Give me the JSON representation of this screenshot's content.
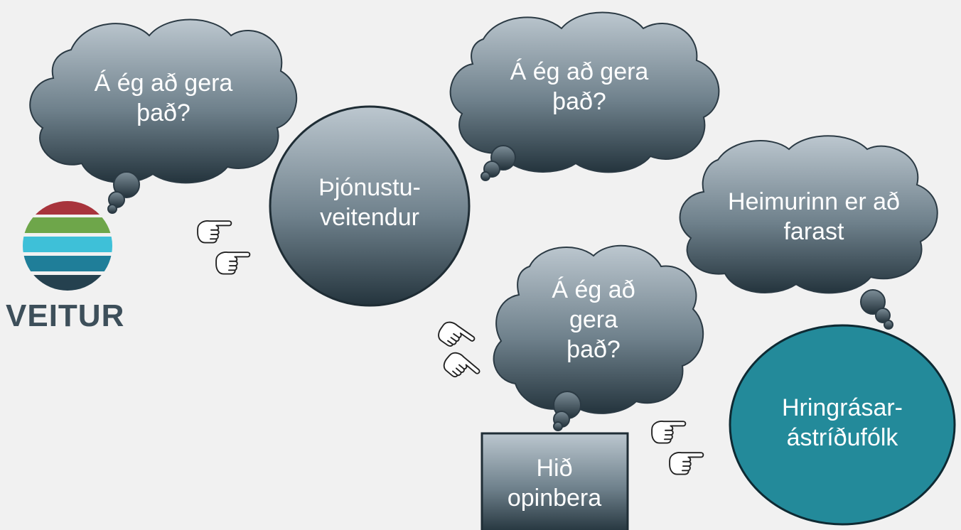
{
  "logo": {
    "wordmark": "VEITUR",
    "stripe_colors": [
      "#a8343c",
      "#6ea64a",
      "#3ec0d8",
      "#1f7e99",
      "#25414f"
    ]
  },
  "clouds": [
    {
      "id": "cloud-left",
      "text": "Á ég að gera það?"
    },
    {
      "id": "cloud-top-center",
      "text": "Á ég að gera það?"
    },
    {
      "id": "cloud-right",
      "text": "Heimurinn er að farast"
    },
    {
      "id": "cloud-center",
      "text": "Á ég að gera það?"
    }
  ],
  "actors": {
    "service_providers": "Þjónustu-veitendur",
    "public_sector": "Hið opinbera",
    "circular_enthusiasts": "Hringrásar-ástríðufólk"
  },
  "icons": {
    "pointing_hand": "pointing-hand-icon"
  },
  "colors": {
    "background": "#f1f1f1",
    "cloud_top": "#b8c4cc",
    "cloud_bottom": "#22313a",
    "teal": "#238a9a"
  }
}
